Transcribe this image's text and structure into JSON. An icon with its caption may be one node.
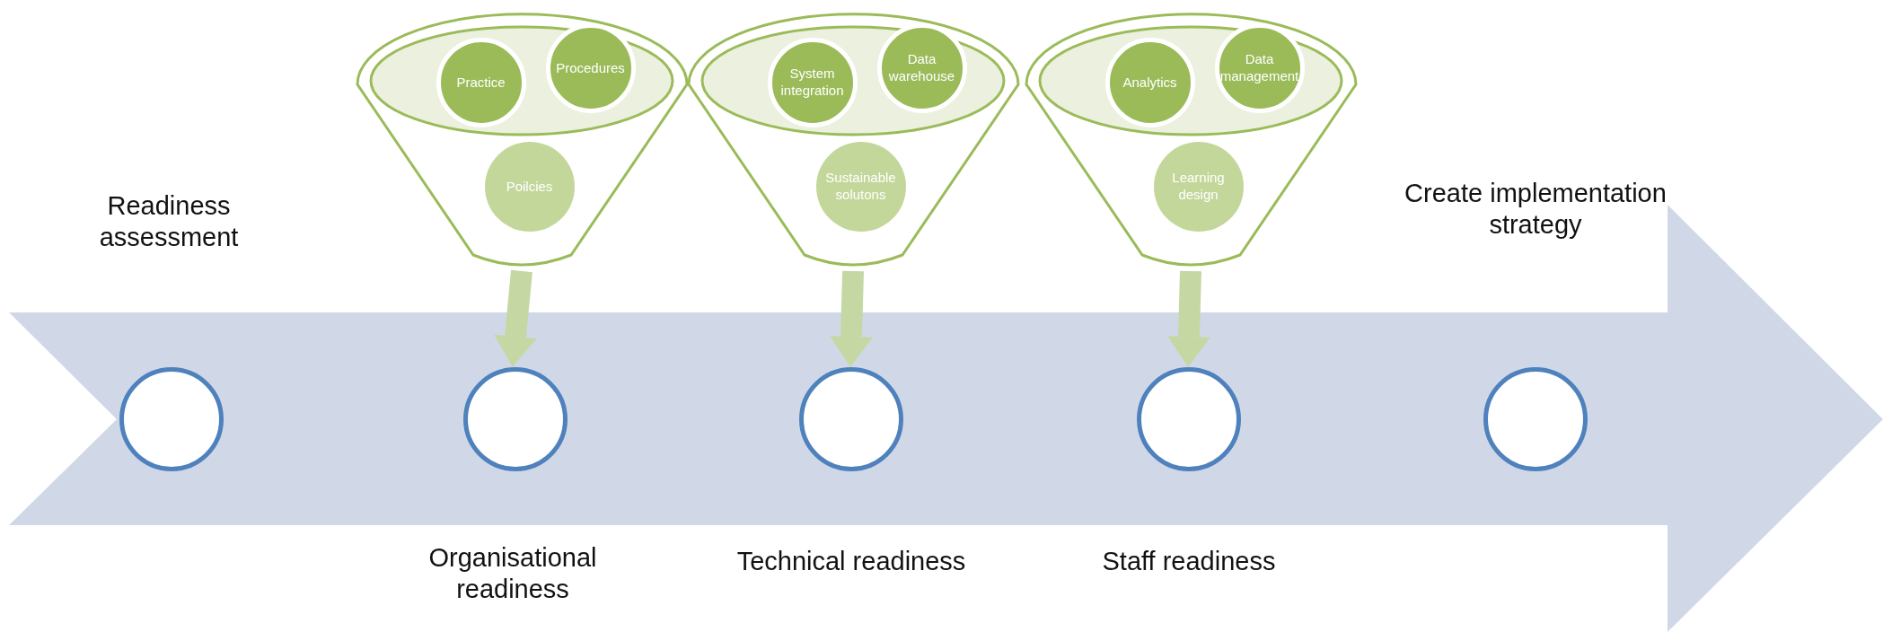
{
  "diagram": {
    "nodes": [
      {
        "text": [],
        "shape": "arrow"
      },
      {
        "text": [],
        "shape": "circle",
        "in": 0
      },
      {
        "text": [],
        "shape": "circle",
        "in": 0,
        "beside": [
          "Organisational readiness"
        ]
      },
      {
        "text": [],
        "shape": "circle",
        "in": 0,
        "beside": [
          "Technical readiness"
        ]
      },
      {
        "text": [],
        "shape": "circle",
        "in": 0,
        "beside": [
          "Staff readiness"
        ]
      },
      {
        "text": [],
        "shape": "circle",
        "in": 0
      },
      {
        "text": [],
        "shape": "funnel"
      },
      {
        "text": [
          "Practice"
        ],
        "in": 6
      },
      {
        "text": [
          "Procedures"
        ],
        "in": 6
      },
      {
        "text": [
          "Poilcies"
        ],
        "in": 6
      },
      {
        "text": [],
        "shape": "funnel"
      },
      {
        "text": [
          "System integration"
        ],
        "in": 10
      },
      {
        "text": [
          "Data warehouse"
        ],
        "in": 10
      },
      {
        "text": [
          "Sustainable solutons"
        ],
        "in": 10
      },
      {
        "text": [],
        "shape": "funnel"
      },
      {
        "text": [
          "Analytics"
        ],
        "in": 14
      },
      {
        "text": [
          "Data management"
        ],
        "in": 14
      },
      {
        "text": [
          "Learning design"
        ],
        "in": 14
      }
    ],
    "edges": [
      {
        "from": 6,
        "to": 2,
        "arrow": "to"
      },
      {
        "from": 10,
        "to": 3,
        "arrow": "to"
      },
      {
        "from": 14,
        "to": 4,
        "arrow": "to"
      }
    ],
    "labels": [
      "Readiness assessment",
      "Create implementation strategy"
    ]
  }
}
